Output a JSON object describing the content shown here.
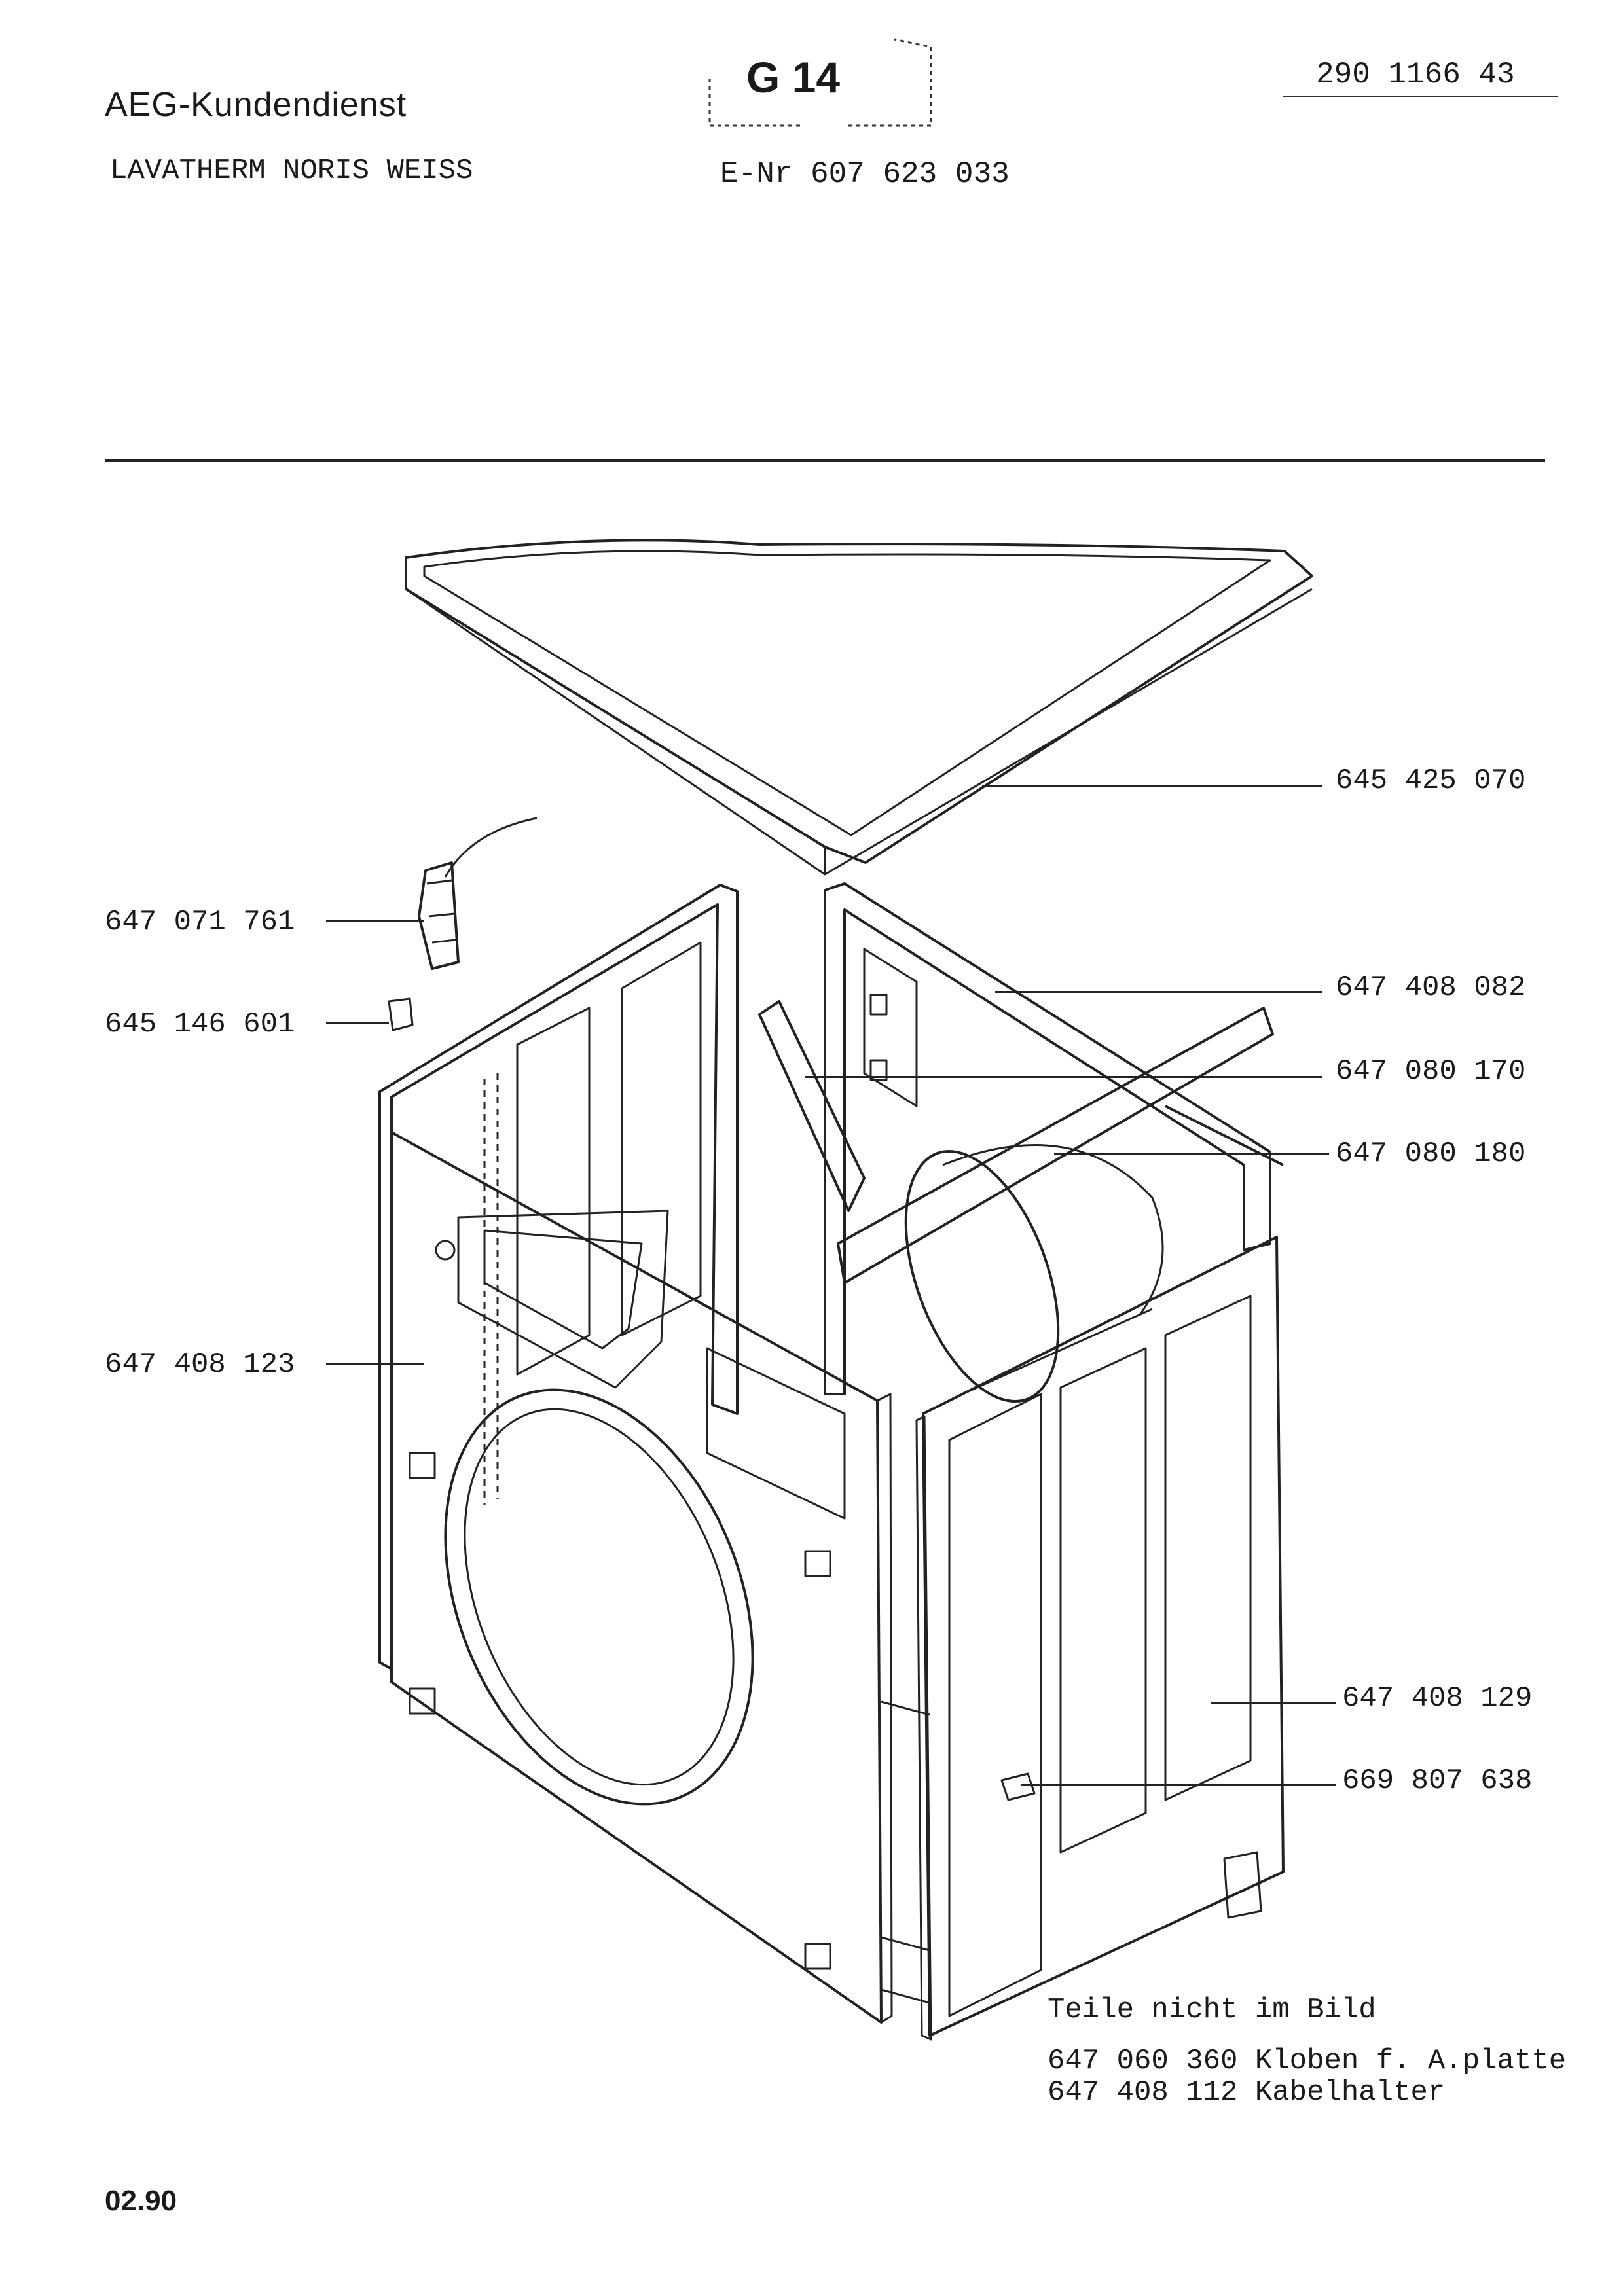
{
  "header": {
    "company": "AEG-Kundendienst",
    "model": "LAVATHERM NORIS WEISS",
    "group_code": "G 14",
    "e_nr": "E-Nr 607 623 033",
    "document_number": "290 1166 43"
  },
  "parts": [
    {
      "part_number": "645 425 070"
    },
    {
      "part_number": "647 071 761"
    },
    {
      "part_number": "647 408 082"
    },
    {
      "part_number": "645 146 601"
    },
    {
      "part_number": "647 080 170"
    },
    {
      "part_number": "647 080 180"
    },
    {
      "part_number": "647 408 123"
    },
    {
      "part_number": "647 408 129"
    },
    {
      "part_number": "669 807 638"
    }
  ],
  "not_shown": {
    "title": "Teile nicht im Bild",
    "items": [
      {
        "part_number": "647 060 360",
        "description": "Kloben f. A.platte"
      },
      {
        "part_number": "647 408 112",
        "description": "Kabelhalter"
      }
    ]
  },
  "footer": {
    "date": "02.90"
  },
  "colors": {
    "ink": "#1a1a1a",
    "paper": "#ffffff"
  }
}
